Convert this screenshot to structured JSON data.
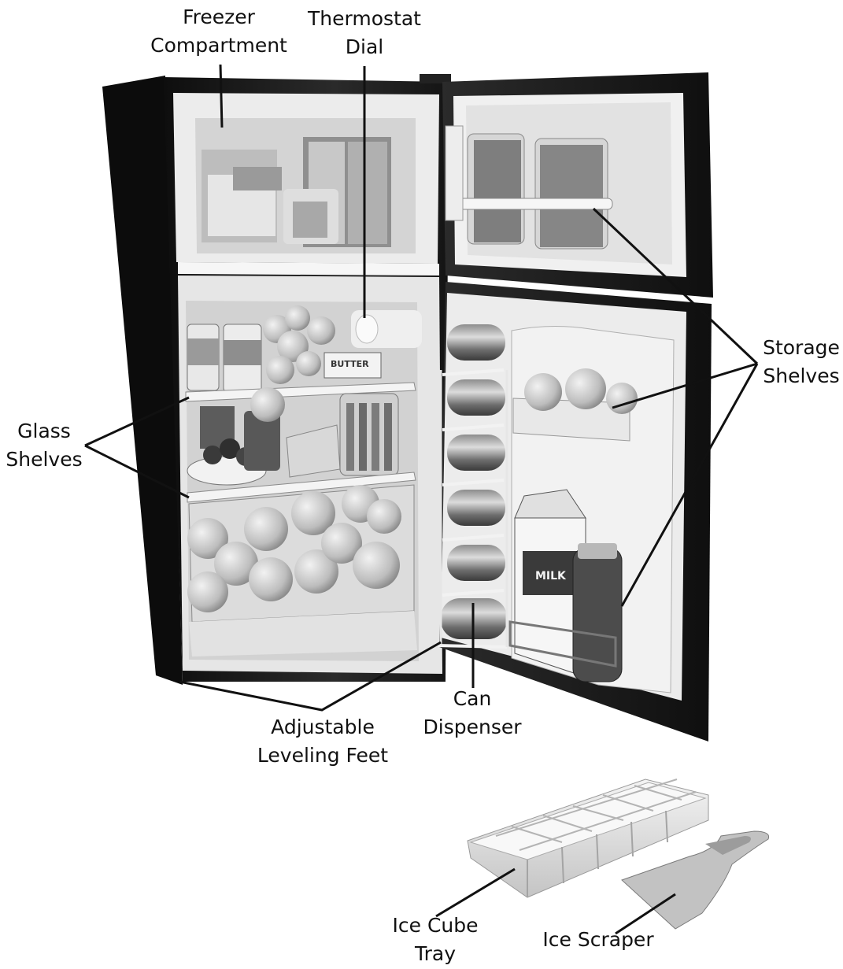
{
  "labels": {
    "freezer_compartment": {
      "line1": "Freezer",
      "line2": "Compartment"
    },
    "thermostat_dial": {
      "line1": "Thermostat",
      "line2": "Dial"
    },
    "storage_shelves": {
      "line1": "Storage",
      "line2": "Shelves"
    },
    "glass_shelves": {
      "line1": "Glass",
      "line2": "Shelves"
    },
    "can_dispenser": {
      "line1": "Can",
      "line2": "Dispenser"
    },
    "adjustable_leveling_feet": {
      "line1": "Adjustable",
      "line2": "Leveling Feet"
    },
    "ice_cube_tray": {
      "line1": "Ice Cube",
      "line2": "Tray"
    },
    "ice_scraper": {
      "line1": "Ice Scraper"
    }
  },
  "product_text": {
    "butter_carton": "BUTTER",
    "milk_carton": "MILK"
  },
  "colors": {
    "background": "#ffffff",
    "cabinet": "#1c1c1c",
    "interior": "#e9e9e9",
    "leader_line": "#111111"
  }
}
